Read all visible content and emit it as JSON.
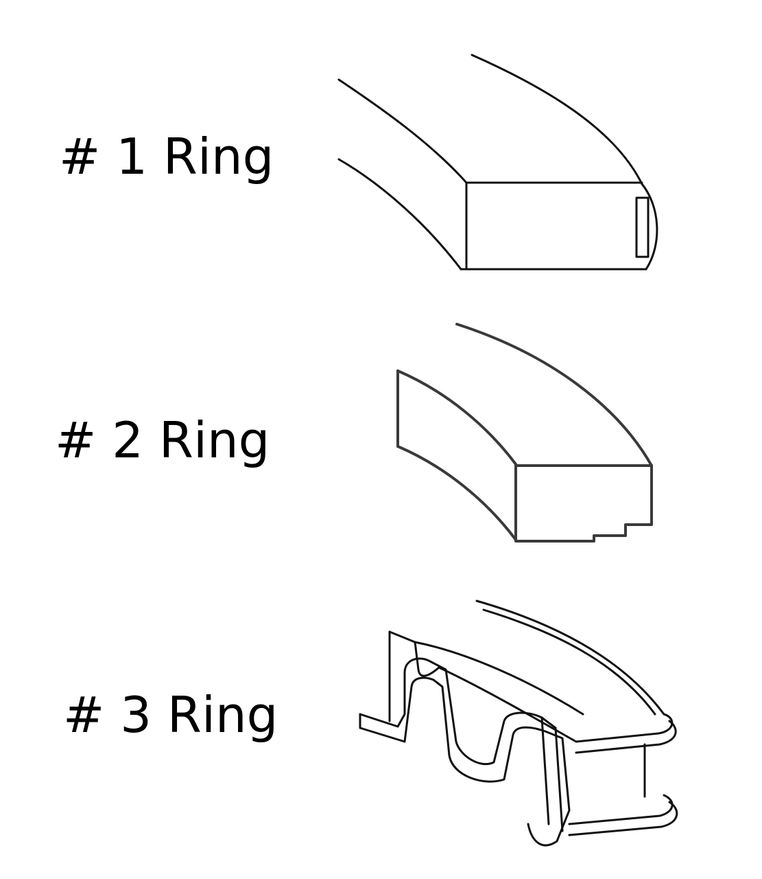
{
  "rings": [
    {
      "label": "# 1 Ring",
      "icon": "compression-ring-icon"
    },
    {
      "label": "# 2 Ring",
      "icon": "stepped-compression-ring-icon"
    },
    {
      "label": "# 3 Ring",
      "icon": "oil-control-ring-icon"
    }
  ],
  "colors": {
    "background": "#ffffff",
    "line": "#111111"
  }
}
